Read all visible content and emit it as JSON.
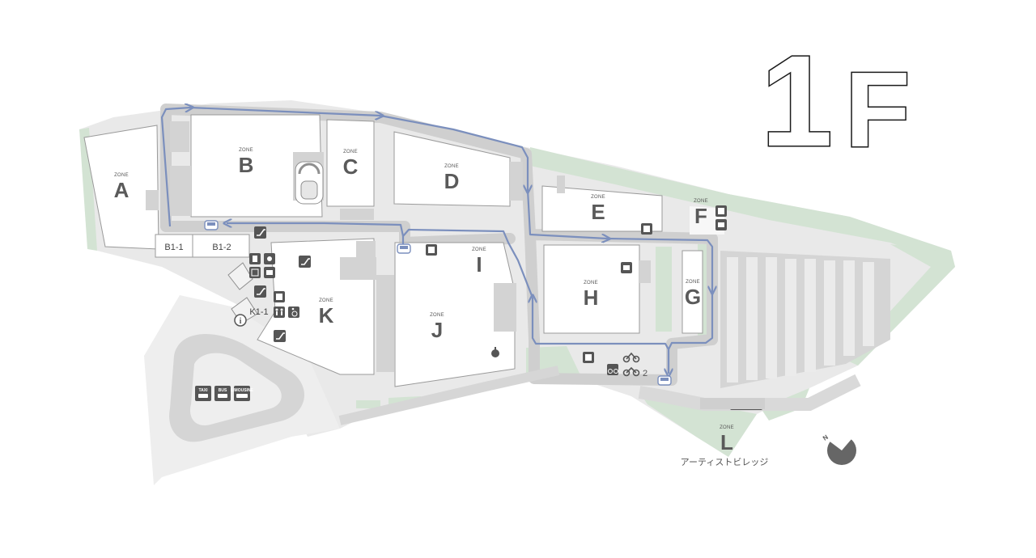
{
  "floor": {
    "number": "1",
    "letter": "F"
  },
  "zone_word": "ZONE",
  "zones": [
    {
      "id": "A",
      "letter": "A"
    },
    {
      "id": "B",
      "letter": "B"
    },
    {
      "id": "C",
      "letter": "C"
    },
    {
      "id": "D",
      "letter": "D"
    },
    {
      "id": "E",
      "letter": "E"
    },
    {
      "id": "F",
      "letter": "F"
    },
    {
      "id": "G",
      "letter": "G"
    },
    {
      "id": "H",
      "letter": "H"
    },
    {
      "id": "I",
      "letter": "I"
    },
    {
      "id": "J",
      "letter": "J"
    },
    {
      "id": "K",
      "letter": "K"
    },
    {
      "id": "L",
      "letter": "L"
    }
  ],
  "rooms": {
    "b1_1": "B1-1",
    "b1_2": "B1-2",
    "k1_1": "K1-1"
  },
  "transport": {
    "taxi": "TAXI",
    "bus": "BUS",
    "limousine": "LIMOUSINE"
  },
  "bike_parking": {
    "one": "1",
    "two": "2"
  },
  "artist_village": "アーティストビレッジ",
  "compass": {
    "north": "N"
  },
  "colors": {
    "building": "#dcdcdc",
    "road": "#c6c6c6",
    "ground": "#ededed",
    "green": "#cfe1cf",
    "route": "#7b8fbd",
    "icon": "#555555"
  }
}
